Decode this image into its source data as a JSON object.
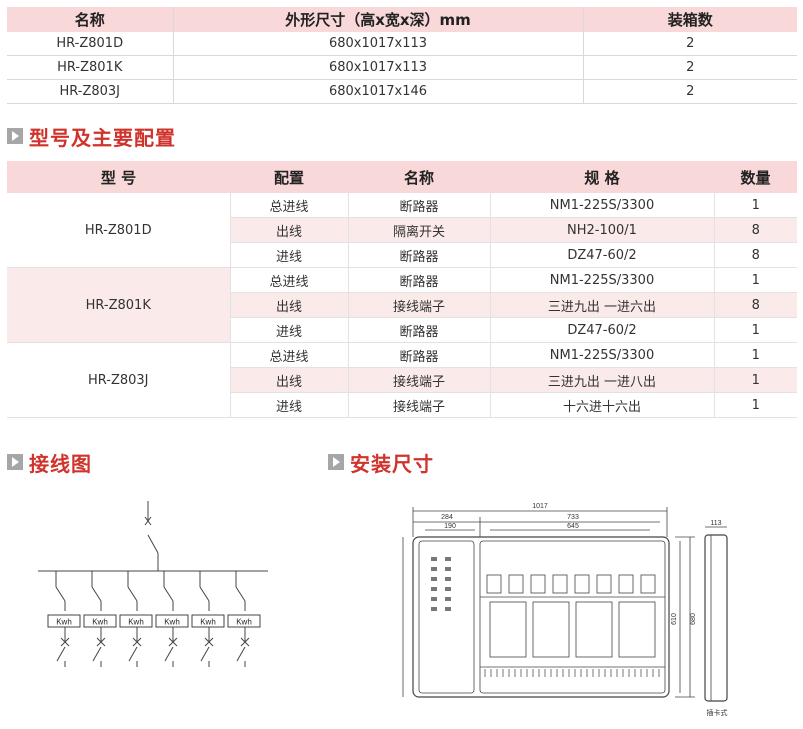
{
  "dims_table": {
    "headers": [
      "名称",
      "外形尺寸（高x宽x深）mm",
      "装箱数"
    ],
    "rows": [
      [
        "HR-Z801D",
        "680x1017x113",
        "2"
      ],
      [
        "HR-Z801K",
        "680x1017x113",
        "2"
      ],
      [
        "HR-Z803J",
        "680x1017x146",
        "2"
      ]
    ]
  },
  "section_config_title": "型号及主要配置",
  "config_table": {
    "headers": [
      "型  号",
      "配置",
      "名称",
      "规  格",
      "数量"
    ],
    "groups": [
      {
        "model": "HR-Z801D",
        "rows": [
          [
            "总进线",
            "断路器",
            "NM1-225S/3300",
            "1"
          ],
          [
            "出线",
            "隔离开关",
            "NH2-100/1",
            "8"
          ],
          [
            "进线",
            "断路器",
            "DZ47-60/2",
            "8"
          ]
        ]
      },
      {
        "model": "HR-Z801K",
        "rows": [
          [
            "总进线",
            "断路器",
            "NM1-225S/3300",
            "1"
          ],
          [
            "出线",
            "接线端子",
            "三进九出  一进六出",
            "8"
          ],
          [
            "进线",
            "断路器",
            "DZ47-60/2",
            "1"
          ]
        ]
      },
      {
        "model": "HR-Z803J",
        "rows": [
          [
            "总进线",
            "断路器",
            "NM1-225S/3300",
            "1"
          ],
          [
            "出线",
            "接线端子",
            "三进九出  一进八出",
            "1"
          ],
          [
            "进线",
            "接线端子",
            "十六进十六出",
            "1"
          ]
        ]
      }
    ]
  },
  "section_wiring_title": "接线图",
  "section_install_title": "安装尺寸",
  "wiring": {
    "meter_label": "Kwh",
    "meter_count": 6
  },
  "install": {
    "dim_total_width": "1017",
    "dim_733": "733",
    "dim_645": "645",
    "dim_284": "284",
    "dim_190": "190",
    "dim_depth": "113",
    "dim_610": "610",
    "dim_680": "680",
    "side_caption": "插卡式"
  },
  "colors": {
    "header_pink": "#f8d8d8",
    "row_pink": "#fbeaea",
    "heading_red": "#d0332b",
    "marker_grey": "#a6a6a6"
  }
}
